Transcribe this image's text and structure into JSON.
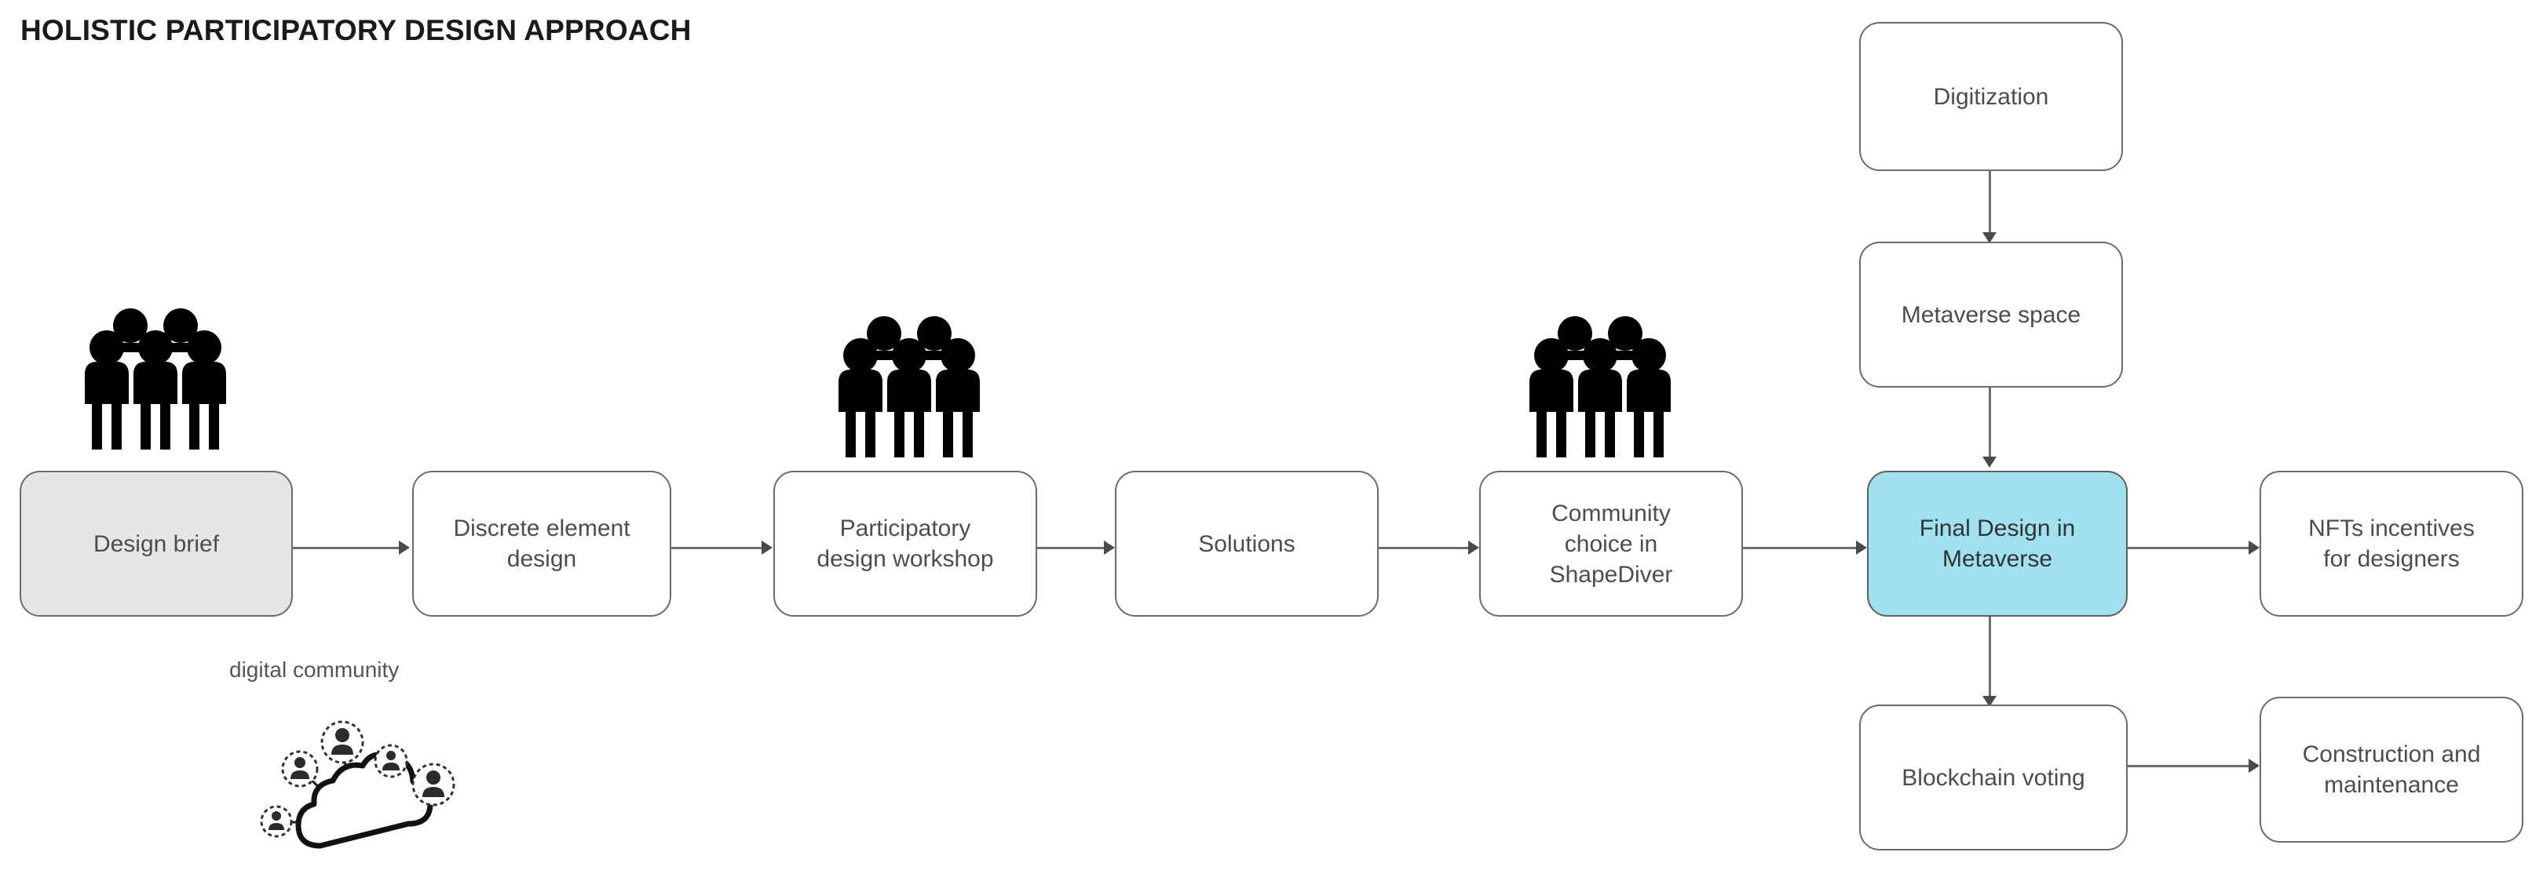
{
  "diagram": {
    "title": "HOLISTIC PARTICIPATORY DESIGN APPROACH",
    "type": "flowchart",
    "background_color": "#ffffff",
    "node_border_color": "#6b6b6b",
    "edge_color": "#6e6e6e",
    "text_color": "#4d4d4d",
    "accent_color": "#9fe1ef",
    "shaded_color": "#e6e6e6",
    "nodes": [
      {
        "id": "design-brief",
        "label": "Design brief",
        "style": "shaded"
      },
      {
        "id": "discrete-element-design",
        "label": "Discrete element\ndesign",
        "style": "default"
      },
      {
        "id": "participatory-design-workshop",
        "label": "Participatory\ndesign workshop",
        "style": "default"
      },
      {
        "id": "solutions",
        "label": "Solutions",
        "style": "default"
      },
      {
        "id": "community-choice-shapediver",
        "label": "Community\nchoice in\nShapeDiver",
        "style": "default"
      },
      {
        "id": "final-design-metaverse",
        "label": "Final Design in\nMetaverse",
        "style": "accent"
      },
      {
        "id": "nfts-incentives",
        "label": "NFTs incentives\nfor designers",
        "style": "default"
      },
      {
        "id": "digitization",
        "label": "Digitization",
        "style": "default"
      },
      {
        "id": "metaverse-space",
        "label": "Metaverse space",
        "style": "default"
      },
      {
        "id": "blockchain-voting",
        "label": "Blockchain voting",
        "style": "default"
      },
      {
        "id": "construction-maintenance",
        "label": "Construction and\nmaintenance",
        "style": "default"
      }
    ],
    "edges": [
      {
        "from": "design-brief",
        "to": "discrete-element-design",
        "direction": "right"
      },
      {
        "from": "discrete-element-design",
        "to": "participatory-design-workshop",
        "direction": "right"
      },
      {
        "from": "participatory-design-workshop",
        "to": "solutions",
        "direction": "right"
      },
      {
        "from": "solutions",
        "to": "community-choice-shapediver",
        "direction": "right"
      },
      {
        "from": "community-choice-shapediver",
        "to": "final-design-metaverse",
        "direction": "right"
      },
      {
        "from": "final-design-metaverse",
        "to": "nfts-incentives",
        "direction": "right"
      },
      {
        "from": "digitization",
        "to": "metaverse-space",
        "direction": "down"
      },
      {
        "from": "metaverse-space",
        "to": "final-design-metaverse",
        "direction": "down"
      },
      {
        "from": "final-design-metaverse",
        "to": "blockchain-voting",
        "direction": "down"
      },
      {
        "from": "blockchain-voting",
        "to": "construction-maintenance",
        "direction": "right"
      }
    ],
    "annotations": [
      {
        "id": "digital-community",
        "label": "digital community"
      }
    ],
    "icons": [
      {
        "id": "people-group-1",
        "name": "people-group-icon",
        "above_node": "design-brief"
      },
      {
        "id": "people-group-2",
        "name": "people-group-icon",
        "above_node": "participatory-design-workshop"
      },
      {
        "id": "people-group-3",
        "name": "people-group-icon",
        "above_node": "community-choice-shapediver"
      },
      {
        "id": "digital-community-cloud",
        "name": "cloud-network-icon",
        "below_node": "design-brief"
      }
    ]
  }
}
